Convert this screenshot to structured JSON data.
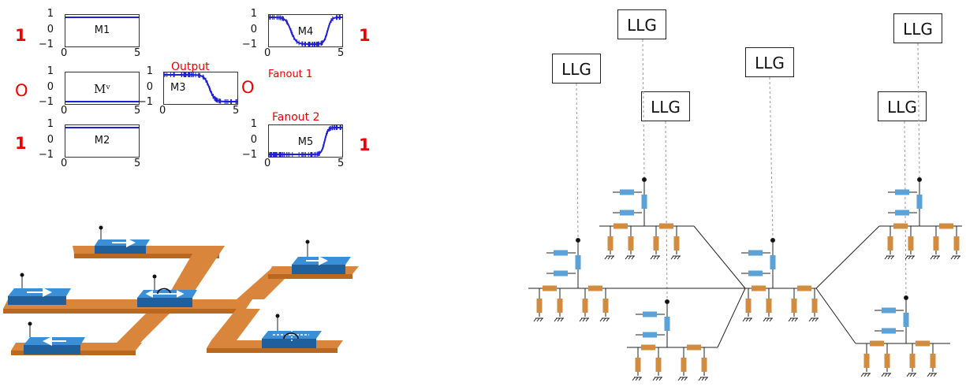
{
  "plots": [
    {
      "id": "m1",
      "label": "M1",
      "curve": "flat-high",
      "ymax": "1",
      "ymid": "0",
      "ymin": "−1",
      "x0": "0",
      "x1": "5"
    },
    {
      "id": "mv",
      "label": "Mᵛ",
      "curve": "flat-low",
      "ymax": "1",
      "ymid": "0",
      "ymin": "−1",
      "x0": "0",
      "x1": "5"
    },
    {
      "id": "m2",
      "label": "M2",
      "curve": "flat-high",
      "ymax": "1",
      "ymid": "0",
      "ymin": "−1",
      "x0": "0",
      "x1": "5"
    },
    {
      "id": "m3",
      "label": "M3",
      "curve": "fall",
      "ymax": "1",
      "ymid": "0",
      "ymin": "−1",
      "x0": "0",
      "x1": "5"
    },
    {
      "id": "m4",
      "label": "M4",
      "curve": "dip",
      "ymax": "1",
      "ymid": "0",
      "ymin": "−1",
      "x0": "0",
      "x1": "5"
    },
    {
      "id": "m5",
      "label": "M5",
      "curve": "rise",
      "ymax": "1",
      "ymid": "0",
      "ymin": "−1",
      "x0": "0",
      "x1": "5"
    }
  ],
  "side_labels": {
    "m1_state": "1",
    "mv_state": "O",
    "m2_state": "1",
    "m3_state": "O",
    "m4_state": "1",
    "m5_state": "1"
  },
  "annotations": {
    "output": "Output",
    "fanout1": "Fanout 1",
    "fanout2": "Fanout 2"
  },
  "llg_label": "LLG",
  "colors": {
    "curve": "#1f1fd6",
    "track": "#d9853b",
    "track_side": "#b8691f",
    "magnet_top": "#2f7fc8",
    "magnet_side": "#1e5f9c",
    "label_red": "#e00000",
    "resistor_orange": "#d18c40",
    "resistor_blue": "#5aa2d8"
  }
}
